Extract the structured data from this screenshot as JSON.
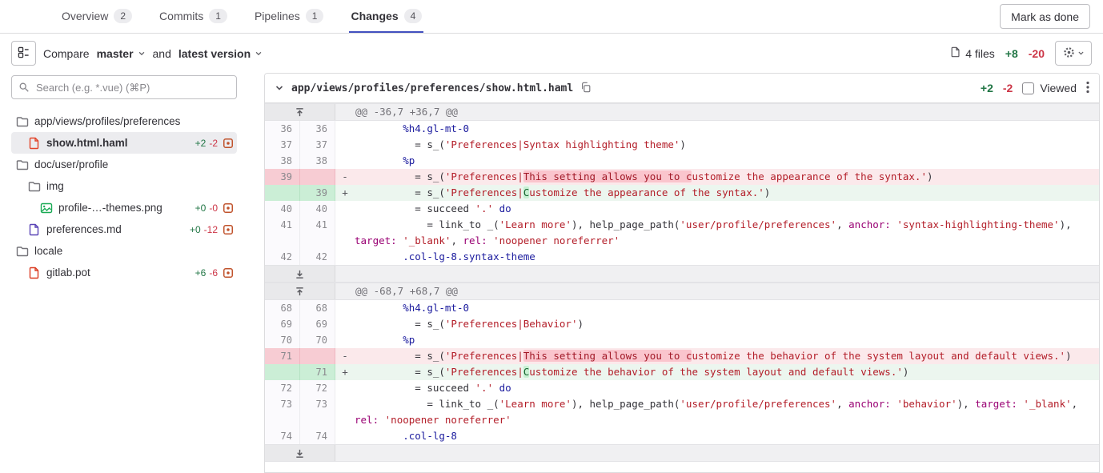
{
  "colors": {
    "accent_tab": "#4250bf",
    "addition_green": "#217645",
    "deletion_red": "#cc3546",
    "del_line_bg": "#fbe9eb",
    "del_word_bg": "#fac5cd",
    "add_line_bg": "#ecf6ef",
    "add_word_bg": "#c7f0d2"
  },
  "top": {
    "tabs": [
      {
        "label": "Overview",
        "count": "2",
        "active": false
      },
      {
        "label": "Commits",
        "count": "1",
        "active": false
      },
      {
        "label": "Pipelines",
        "count": "1",
        "active": false
      },
      {
        "label": "Changes",
        "count": "4",
        "active": true
      }
    ],
    "mark_as_done": "Mark as done"
  },
  "toolbar": {
    "compare_label": "Compare",
    "source_version": "master",
    "and_label": "and",
    "target_version": "latest version",
    "files_count": "4 files",
    "additions": "+8",
    "deletions": "-20"
  },
  "sidebar": {
    "search_placeholder": "Search (e.g. *.vue) (⌘P)",
    "tree": [
      {
        "kind": "folder",
        "label": "app/views/profiles/preferences",
        "depth": 0,
        "icon": "folder"
      },
      {
        "kind": "file",
        "label": "show.html.haml",
        "depth": 1,
        "icon": "haml",
        "added": "+2",
        "removed": "-2",
        "selected": true
      },
      {
        "kind": "folder",
        "label": "doc/user/profile",
        "depth": 0,
        "icon": "folder"
      },
      {
        "kind": "folder",
        "label": "img",
        "depth": 1,
        "icon": "folder"
      },
      {
        "kind": "file",
        "label": "profile-…-themes.png",
        "depth": 2,
        "icon": "image",
        "added": "+0",
        "removed": "-0",
        "selected": false
      },
      {
        "kind": "file",
        "label": "preferences.md",
        "depth": 1,
        "icon": "markdown",
        "added": "+0",
        "removed": "-12",
        "selected": false
      },
      {
        "kind": "folder",
        "label": "locale",
        "depth": 0,
        "icon": "folder"
      },
      {
        "kind": "file",
        "label": "gitlab.pot",
        "depth": 1,
        "icon": "pot",
        "added": "+6",
        "removed": "-6",
        "selected": false
      }
    ]
  },
  "diff": {
    "file_path": "app/views/profiles/preferences/show.html.haml",
    "additions": "+2",
    "deletions": "-2",
    "viewed_label": "Viewed",
    "rows": [
      {
        "kind": "hunk",
        "icon": "up",
        "text": "@@ -36,7 +36,7 @@"
      },
      {
        "kind": "line",
        "type": "ctx",
        "old": "36",
        "new": "36",
        "segs": [
          [
            "t",
            "        "
          ],
          [
            "k",
            "%h4.gl-mt-0"
          ]
        ]
      },
      {
        "kind": "line",
        "type": "ctx",
        "old": "37",
        "new": "37",
        "segs": [
          [
            "t",
            "          = s_("
          ],
          [
            "s",
            "'Preferences|Syntax highlighting theme'"
          ],
          [
            "t",
            ")"
          ]
        ]
      },
      {
        "kind": "line",
        "type": "ctx",
        "old": "38",
        "new": "38",
        "segs": [
          [
            "t",
            "        "
          ],
          [
            "k",
            "%p"
          ]
        ]
      },
      {
        "kind": "line",
        "type": "del",
        "old": "39",
        "new": "",
        "segs": [
          [
            "t",
            "          = s_("
          ],
          [
            "s",
            "'Preferences|"
          ],
          [
            "dh",
            "This setting allows you to c"
          ],
          [
            "s",
            "ustomize the appearance of the syntax.'"
          ],
          [
            "t",
            ")"
          ]
        ]
      },
      {
        "kind": "line",
        "type": "add",
        "old": "",
        "new": "39",
        "segs": [
          [
            "t",
            "          = s_("
          ],
          [
            "s",
            "'Preferences|"
          ],
          [
            "ah",
            "C"
          ],
          [
            "s",
            "ustomize the appearance of the syntax.'"
          ],
          [
            "t",
            ")"
          ]
        ]
      },
      {
        "kind": "line",
        "type": "ctx",
        "old": "40",
        "new": "40",
        "segs": [
          [
            "t",
            "          = succeed "
          ],
          [
            "s",
            "'.'"
          ],
          [
            "t",
            " "
          ],
          [
            "k",
            "do"
          ]
        ]
      },
      {
        "kind": "line",
        "type": "ctx",
        "old": "41",
        "new": "41",
        "segs": [
          [
            "t",
            "            = link_to _("
          ],
          [
            "s",
            "'Learn more'"
          ],
          [
            "t",
            "), help_page_path("
          ],
          [
            "s",
            "'user/profile/preferences'"
          ],
          [
            "t",
            ", "
          ],
          [
            "y",
            "anchor:"
          ],
          [
            "t",
            " "
          ],
          [
            "s",
            "'syntax-highlighting-theme'"
          ],
          [
            "t",
            "), "
          ],
          [
            "y",
            "target:"
          ],
          [
            "t",
            " "
          ],
          [
            "s",
            "'_blank'"
          ],
          [
            "t",
            ", "
          ],
          [
            "y",
            "rel:"
          ],
          [
            "t",
            " "
          ],
          [
            "s",
            "'noopener noreferrer'"
          ]
        ]
      },
      {
        "kind": "line",
        "type": "ctx",
        "old": "42",
        "new": "42",
        "segs": [
          [
            "t",
            "        "
          ],
          [
            "k",
            ".col-lg-8.syntax-theme"
          ]
        ]
      },
      {
        "kind": "expand",
        "icon": "down",
        "text": ""
      },
      {
        "kind": "hunk",
        "icon": "up",
        "text": "@@ -68,7 +68,7 @@"
      },
      {
        "kind": "line",
        "type": "ctx",
        "old": "68",
        "new": "68",
        "segs": [
          [
            "t",
            "        "
          ],
          [
            "k",
            "%h4.gl-mt-0"
          ]
        ]
      },
      {
        "kind": "line",
        "type": "ctx",
        "old": "69",
        "new": "69",
        "segs": [
          [
            "t",
            "          = s_("
          ],
          [
            "s",
            "'Preferences|Behavior'"
          ],
          [
            "t",
            ")"
          ]
        ]
      },
      {
        "kind": "line",
        "type": "ctx",
        "old": "70",
        "new": "70",
        "segs": [
          [
            "t",
            "        "
          ],
          [
            "k",
            "%p"
          ]
        ]
      },
      {
        "kind": "line",
        "type": "del",
        "old": "71",
        "new": "",
        "segs": [
          [
            "t",
            "          = s_("
          ],
          [
            "s",
            "'Preferences|"
          ],
          [
            "dh",
            "This setting allows you to c"
          ],
          [
            "s",
            "ustomize the behavior of the system layout and default views.'"
          ],
          [
            "t",
            ")"
          ]
        ]
      },
      {
        "kind": "line",
        "type": "add",
        "old": "",
        "new": "71",
        "segs": [
          [
            "t",
            "          = s_("
          ],
          [
            "s",
            "'Preferences|"
          ],
          [
            "ah",
            "C"
          ],
          [
            "s",
            "ustomize the behavior of the system layout and default views.'"
          ],
          [
            "t",
            ")"
          ]
        ]
      },
      {
        "kind": "line",
        "type": "ctx",
        "old": "72",
        "new": "72",
        "segs": [
          [
            "t",
            "          = succeed "
          ],
          [
            "s",
            "'.'"
          ],
          [
            "t",
            " "
          ],
          [
            "k",
            "do"
          ]
        ]
      },
      {
        "kind": "line",
        "type": "ctx",
        "old": "73",
        "new": "73",
        "segs": [
          [
            "t",
            "            = link_to _("
          ],
          [
            "s",
            "'Learn more'"
          ],
          [
            "t",
            "), help_page_path("
          ],
          [
            "s",
            "'user/profile/preferences'"
          ],
          [
            "t",
            ", "
          ],
          [
            "y",
            "anchor:"
          ],
          [
            "t",
            " "
          ],
          [
            "s",
            "'behavior'"
          ],
          [
            "t",
            "), "
          ],
          [
            "y",
            "target:"
          ],
          [
            "t",
            " "
          ],
          [
            "s",
            "'_blank'"
          ],
          [
            "t",
            ", "
          ],
          [
            "y",
            "rel:"
          ],
          [
            "t",
            " "
          ],
          [
            "s",
            "'noopener noreferrer'"
          ]
        ]
      },
      {
        "kind": "line",
        "type": "ctx",
        "old": "74",
        "new": "74",
        "segs": [
          [
            "t",
            "        "
          ],
          [
            "k",
            ".col-lg-8"
          ]
        ]
      },
      {
        "kind": "expand",
        "icon": "down",
        "text": ""
      }
    ]
  }
}
